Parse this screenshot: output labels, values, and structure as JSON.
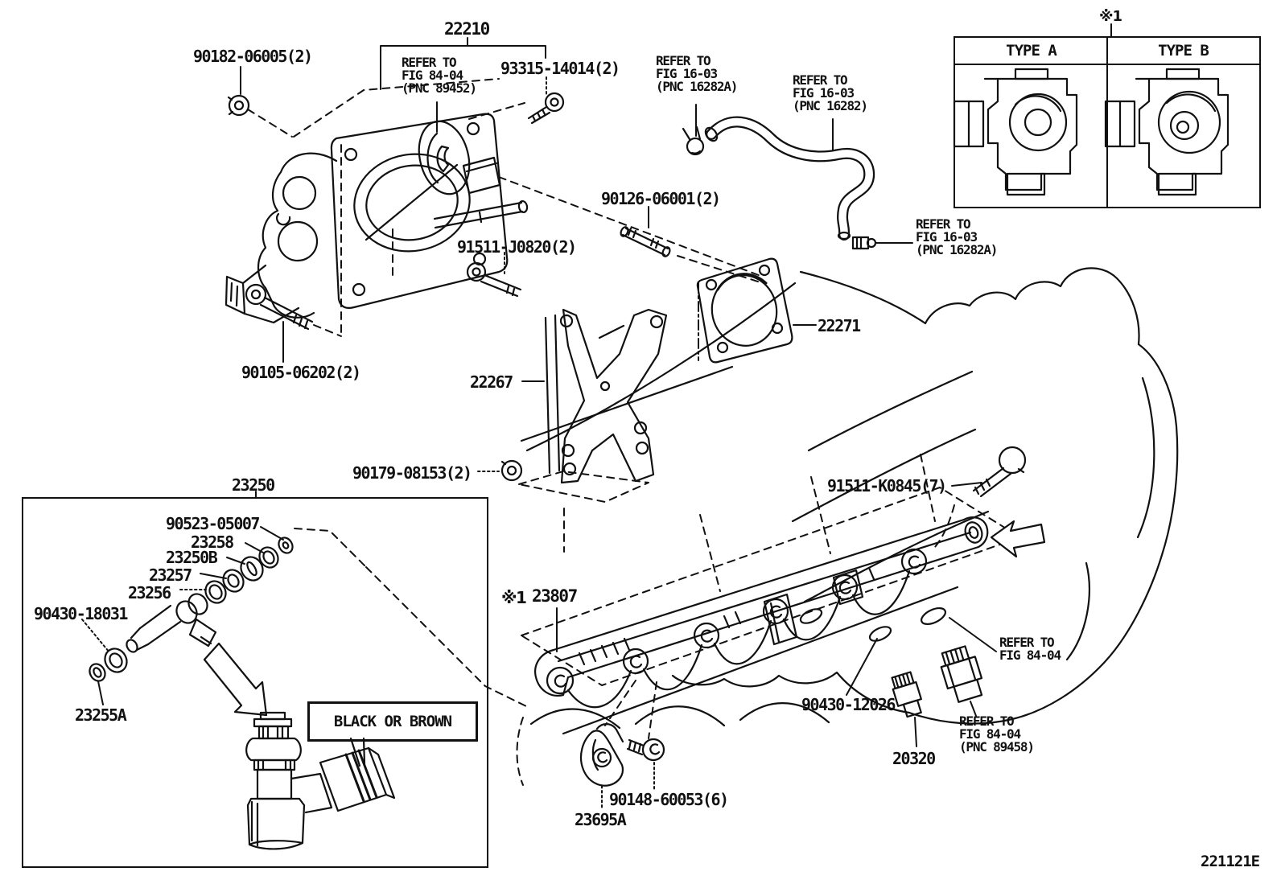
{
  "parts": {
    "p90182": "90182-06005(2)",
    "p22210": "22210",
    "p93315": "93315-14014(2)",
    "p90126": "90126-06001(2)",
    "p91511j": "91511-J0820(2)",
    "p22271": "22271",
    "p90105": "90105-06202(2)",
    "p22267": "22267",
    "p90179": "90179-08153(2)",
    "p23250": "23250",
    "p90523": "90523-05007",
    "p23258": "23258",
    "p23250b": "23250B",
    "p23257": "23257",
    "p23256": "23256",
    "p90430_18031": "90430-18031",
    "p23255a": "23255A",
    "p23807": "23807",
    "p23807_marker": "※1",
    "p91511k": "91511-K0845(7)",
    "p90430_12026": "90430-12026",
    "p20320": "20320",
    "p90148": "90148-60053(6)",
    "p23695a": "23695A"
  },
  "notes": {
    "n_8404_89452": [
      "REFER TO",
      "FIG 84-04",
      "(PNC 89452)"
    ],
    "n_1603_16282a_top": [
      "REFER TO",
      "FIG 16-03",
      "(PNC 16282A)"
    ],
    "n_1603_16282": [
      "REFER TO",
      "FIG 16-03",
      "(PNC 16282)"
    ],
    "n_1603_16282a_mid": [
      "REFER TO",
      "FIG 16-03",
      "(PNC 16282A)"
    ],
    "n_8404_plain": [
      "REFER TO",
      "FIG 84-04"
    ],
    "n_8404_89458": [
      "REFER TO",
      "FIG 84-04",
      "(PNC 89458)"
    ]
  },
  "type_box": {
    "marker": "※1",
    "type_a": "TYPE A",
    "type_b": "TYPE B"
  },
  "callout_box": {
    "text": "BLACK OR BROWN"
  },
  "diagram": {
    "code": "221121E",
    "line_color": "#111111",
    "background": "#ffffff"
  }
}
